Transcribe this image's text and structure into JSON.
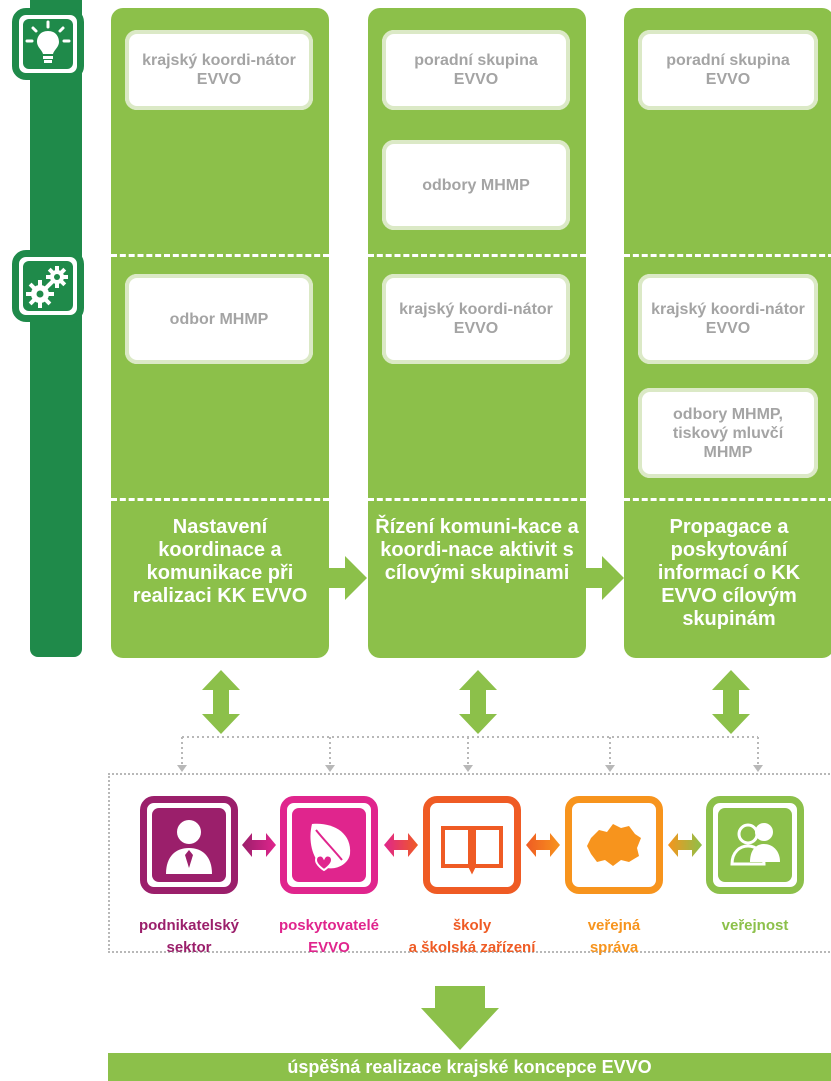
{
  "columns": [
    {
      "top_boxes": [
        "krajský koordi-nátor EVVO"
      ],
      "mid_boxes": [
        "odbor MHMP"
      ],
      "title": "Nastavení koordinace a komunikace při realizaci KK EVVO"
    },
    {
      "top_boxes": [
        "poradní skupina EVVO",
        "odbory MHMP"
      ],
      "mid_boxes": [
        "krajský koordi-nátor EVVO"
      ],
      "title": "Řízení komuni-kace a koordi-nace aktivit s cílovými skupinami"
    },
    {
      "top_boxes": [
        "poradní skupina EVVO"
      ],
      "mid_boxes": [
        "krajský koordi-nátor EVVO",
        "odbory MHMP, tiskový mluvčí MHMP"
      ],
      "title": "Propagace a poskytování informací o KK EVVO cílovým skupinám"
    }
  ],
  "groups": [
    {
      "label_line1": "podnikatelský",
      "label_line2": "sektor",
      "color": "#9b1f6b",
      "icon": "businessman-icon"
    },
    {
      "label_line1": "poskytovatelé",
      "label_line2": "EVVO",
      "color": "#e0258d",
      "icon": "leaf-heart-icon"
    },
    {
      "label_line1": "školy",
      "label_line2": "a školská zařízení",
      "color": "#ef5b24",
      "icon": "open-book-icon"
    },
    {
      "label_line1": "veřejná",
      "label_line2": "správa",
      "color": "#f7941d",
      "icon": "region-map-icon"
    },
    {
      "label_line1": "veřejnost",
      "label_line2": "",
      "color": "#8cc04a",
      "icon": "people-icon"
    }
  ],
  "result": "úspěšná realizace krajské koncepce EVVO",
  "colors": {
    "dark_green": "#1f8a4a",
    "light_green": "#8cc04a",
    "box_text": "#a4a4a4"
  },
  "left_icons": [
    "lightbulb-icon",
    "gears-icon"
  ]
}
